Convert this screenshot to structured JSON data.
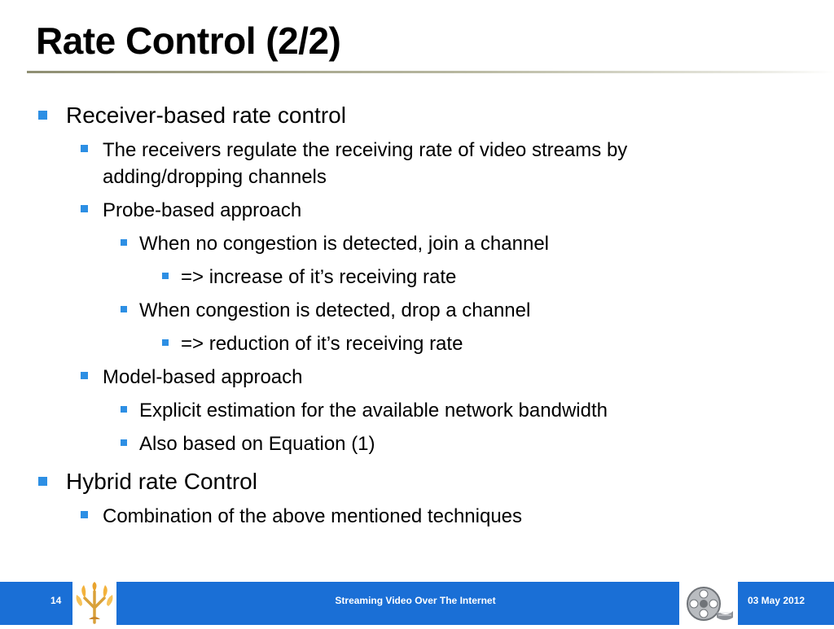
{
  "slide": {
    "title": "Rate Control (2/2)",
    "bullets": [
      {
        "level": 1,
        "text": "Receiver-based rate control"
      },
      {
        "level": 2,
        "text": " The receivers regulate the receiving rate of video streams by"
      },
      {
        "level": 2,
        "text": "adding/dropping channels",
        "continuation": true
      },
      {
        "level": 2,
        "text": "Probe-based approach"
      },
      {
        "level": 3,
        "text": "When no congestion is detected, join a channel"
      },
      {
        "level": 4,
        "text": "=> increase of it’s receiving rate"
      },
      {
        "level": 3,
        "text": "When congestion is detected, drop a channel"
      },
      {
        "level": 4,
        "text": "=> reduction of it’s receiving rate"
      },
      {
        "level": 2,
        "text": "Model-based approach"
      },
      {
        "level": 3,
        "text": "Explicit estimation for the available network bandwidth"
      },
      {
        "level": 3,
        "text": "Also based on Equation (1)"
      },
      {
        "level": 1,
        "text": "Hybrid rate Control"
      },
      {
        "level": 2,
        "text": "Combination of the above mentioned techniques"
      }
    ]
  },
  "footer": {
    "page_number": "14",
    "center_title": "Streaming Video Over The Internet",
    "date": "03 May 2012",
    "bar_color": "#1a6fd6",
    "bullet_color": "#2d8fe4",
    "logo_icon": "university-tree-logo",
    "reel_icon": "film-reel-icon"
  }
}
